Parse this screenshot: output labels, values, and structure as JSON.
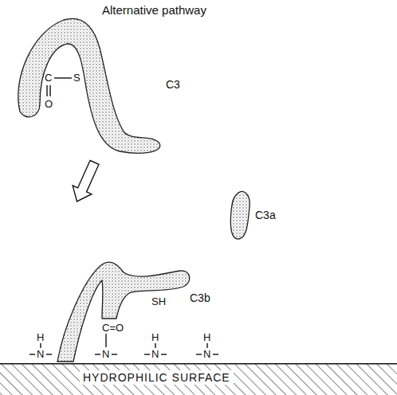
{
  "diagram": {
    "title": "Alternative pathway",
    "nodes": [
      {
        "text": [
          "C3"
        ]
      },
      {
        "text": [
          "C3a"
        ]
      },
      {
        "text": [
          "C3b"
        ]
      },
      {
        "text": [
          "HYDROPHILIC SURFACE"
        ]
      }
    ],
    "edges": [
      {
        "from": 0,
        "to": 2,
        "arrow": "to"
      }
    ],
    "labels": [
      "C",
      "S",
      "O",
      "SH",
      "C=O",
      "H",
      "N",
      "N",
      "H",
      "N",
      "H",
      "N"
    ]
  }
}
